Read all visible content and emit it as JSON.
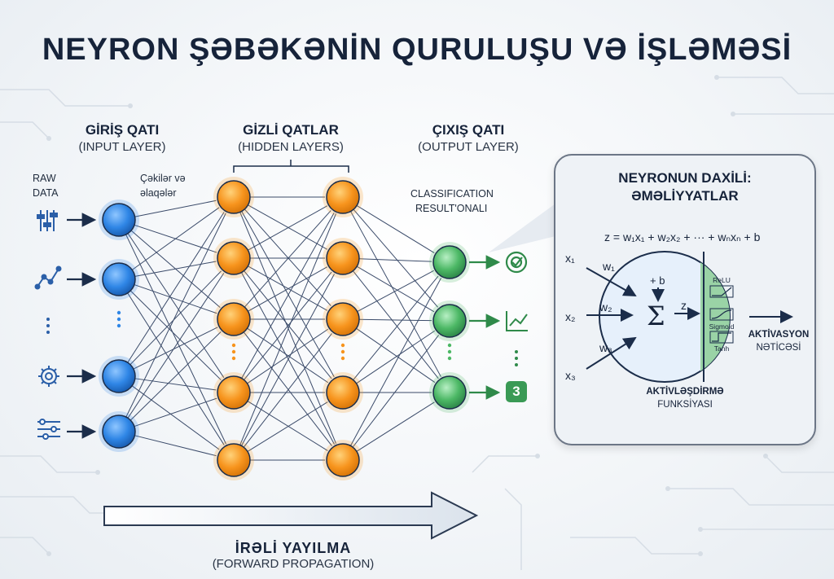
{
  "title": "NEYRON ŞƏBƏKƏNİN QURULUŞU VƏ İŞLƏMƏSİ",
  "input_layer": {
    "title": "GİRİŞ QATI",
    "subtitle": "(INPUT LAYER)",
    "raw_line1": "RAW",
    "raw_line2": "DATA",
    "node_color": "#2f86e6"
  },
  "weights_label": {
    "line1": "Çəkilər və",
    "line2": "əlaqələr"
  },
  "hidden_layers": {
    "title": "GİZLİ QATLAR",
    "subtitle": "(HIDDEN LAYERS)",
    "node_color": "#f7941d"
  },
  "output_layer": {
    "title": "ÇIXIŞ QATI",
    "subtitle": "(OUTPUT LAYER)",
    "class_line1": "CLASSIFICATION",
    "class_line2": "RESULT'ONALI",
    "node_color": "#4cb865",
    "badge": "3"
  },
  "icons": [
    "sliders-icon",
    "line-graph-icon",
    "gear-icon",
    "filter-sliders-icon",
    "target-check-icon",
    "chart-icon",
    "number-badge-icon"
  ],
  "neuron_panel": {
    "title_line1": "NEYRONUN DAXİLİ:",
    "title_line2": "ƏMƏLİYYATLAR",
    "equation": "z = w₁x₁ + w₂x₂ + ··· + wₙxₙ + b",
    "inputs": [
      "x₁",
      "x₂",
      "x₃"
    ],
    "weights": [
      "w₁",
      "w₂",
      "w₃"
    ],
    "bias": "+ b",
    "sum_symbol": "Σ",
    "z_label": "z",
    "activations": [
      "ReLU",
      "Sigmoid",
      "Tanh"
    ],
    "act_func_line1": "AKTİVLƏŞDİRMƏ",
    "act_func_line2": "FUNKSİYASI",
    "output_line1": "AKTİVASYON",
    "output_line2": "NƏTİCƏSİ"
  },
  "forward": {
    "title": "İRƏLİ YAYILMA",
    "subtitle": "(FORWARD PROPAGATION)"
  }
}
